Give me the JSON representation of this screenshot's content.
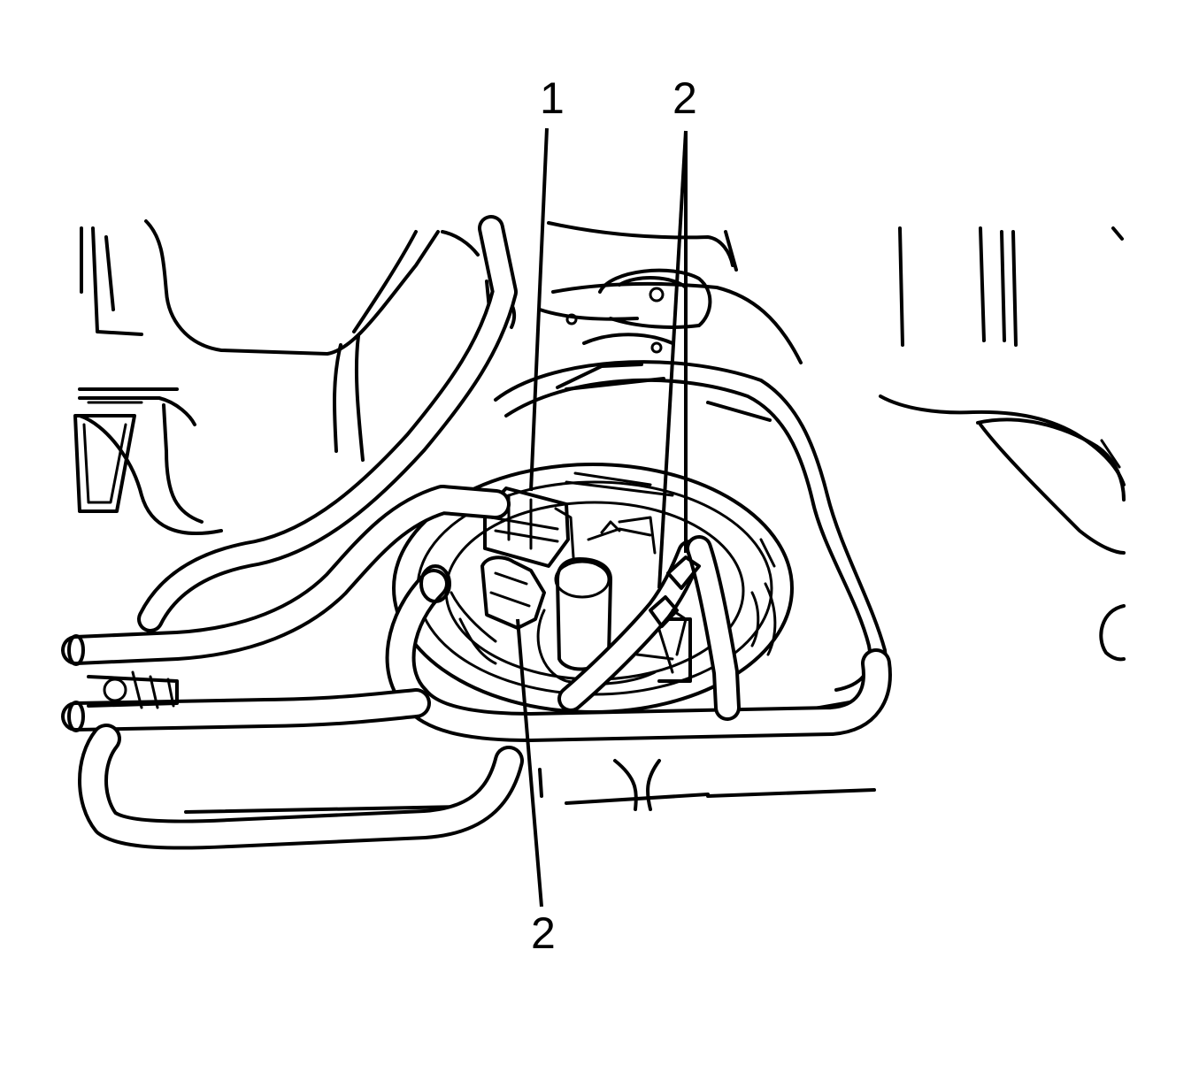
{
  "callouts": [
    {
      "id": "callout-1",
      "label": "1"
    },
    {
      "id": "callout-2-top",
      "label": "2"
    },
    {
      "id": "callout-2-bottom",
      "label": "2"
    }
  ]
}
